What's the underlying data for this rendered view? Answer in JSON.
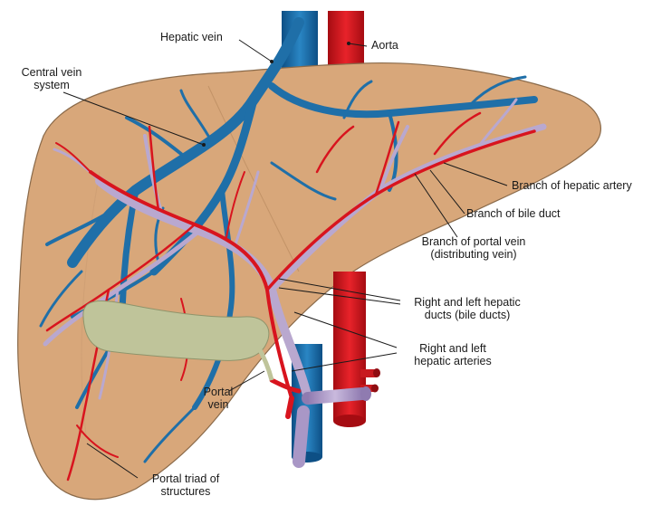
{
  "labels": {
    "hepatic_vein": "Hepatic vein",
    "aorta": "Aorta",
    "central_vein_1": "Central vein",
    "central_vein_2": "system",
    "hepatic_artery_branch": "Branch of hepatic artery",
    "bile_duct_branch": "Branch of bile duct",
    "portal_vein_branch_1": "Branch of portal vein",
    "portal_vein_branch_2": "(distributing vein)",
    "hepatic_ducts_1": "Right and left hepatic",
    "hepatic_ducts_2": "ducts (bile ducts)",
    "hepatic_arteries_1": "Right and left",
    "hepatic_arteries_2": "hepatic arteries",
    "portal_vein_1": "Portal",
    "portal_vein_2": "vein",
    "portal_triad_1": "Portal triad of",
    "portal_triad_2": "structures"
  },
  "colors": {
    "liver": "#d8a77a",
    "liver_outline": "#8a6a4a",
    "vein_blue": "#1f6fa8",
    "artery_red": "#d8141e",
    "bile_duct": "#b9a8cf",
    "gallbladder": "#bfc49a"
  }
}
